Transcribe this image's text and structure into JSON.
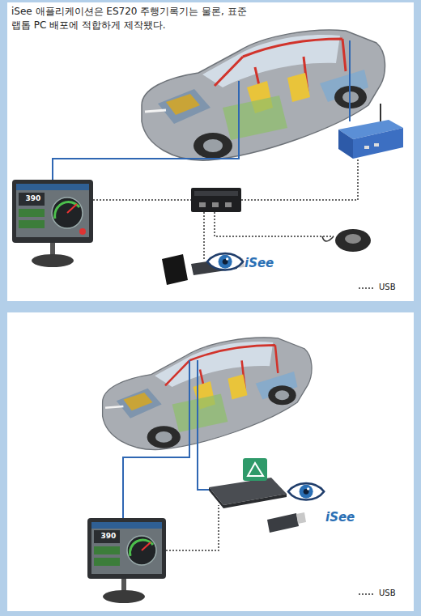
{
  "diagram": {
    "caption": "iSee 애플리케이션은 ES720 주행기록기는 물론, 표준 랩톱 PC 배포에 적합하게 제작됐다.",
    "labels": [
      "390",
      "iSee",
      "390",
      "iSee"
    ],
    "legend": [
      {
        "text": "USB"
      },
      {
        "text": "USB"
      }
    ]
  }
}
